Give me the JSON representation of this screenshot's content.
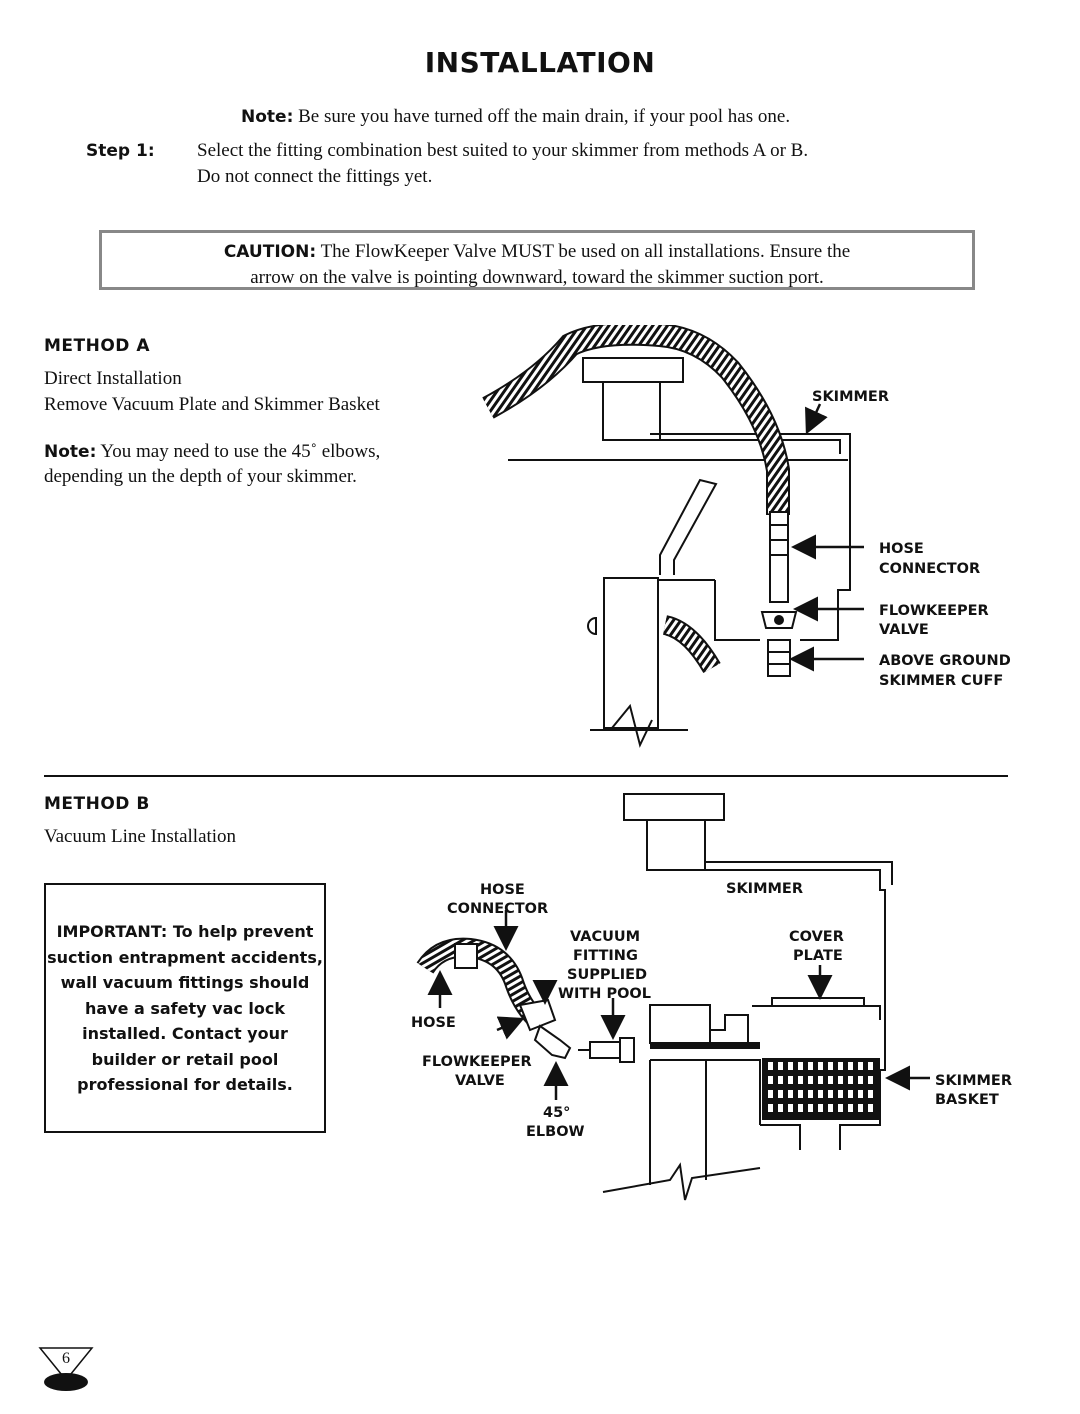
{
  "header": {
    "title": "INSTALLATION"
  },
  "note": {
    "label": "Note:",
    "text": "Be sure you have turned off the main drain, if your pool has one."
  },
  "step1": {
    "label": "Step 1:",
    "line1": "Select the fitting combination best suited to your skimmer from  methods A or B.",
    "line2": "Do not connect the fittings yet."
  },
  "caution": {
    "label": "CAUTION:",
    "line1": "The FlowKeeper Valve MUST be used on all installations. Ensure the",
    "line2": "arrow on the valve is pointing downward, toward the skimmer suction port."
  },
  "method_a": {
    "heading": "METHOD A",
    "line1": "Direct Installation",
    "line2": "Remove Vacuum Plate and Skimmer Basket",
    "note_label": "Note:",
    "note_line1": "You may need to use the 45˚ elbows,",
    "note_line2": "depending un the depth of your skimmer.",
    "labels": {
      "skimmer": "SKIMMER",
      "hose_connector_1": "HOSE",
      "hose_connector_2": "CONNECTOR",
      "flowkeeper_1": "FLOWKEEPER",
      "flowkeeper_2": "VALVE",
      "cuff_1": "ABOVE GROUND",
      "cuff_2": "SKIMMER CUFF"
    }
  },
  "method_b": {
    "heading": "METHOD B",
    "line1": "Vacuum Line Installation",
    "important": [
      "IMPORTANT: To help prevent",
      "suction entrapment accidents,",
      "wall vacuum fittings should",
      "have a safety vac lock",
      "installed. Contact your",
      "builder or retail pool",
      "professional for details."
    ],
    "labels": {
      "hose_connector_1": "HOSE",
      "hose_connector_2": "CONNECTOR",
      "skimmer": "SKIMMER",
      "vacuum_1": "VACUUM",
      "vacuum_2": "FITTING",
      "vacuum_3": "SUPPLIED",
      "vacuum_4": "WITH POOL",
      "cover_1": "COVER",
      "cover_2": "PLATE",
      "hose": "HOSE",
      "flowkeeper_1": "FLOWKEEPER",
      "flowkeeper_2": "VALVE",
      "elbow_1": "45°",
      "elbow_2": "ELBOW",
      "basket_1": "SKIMMER",
      "basket_2": "BASKET"
    }
  },
  "footer": {
    "page_number": "6"
  }
}
